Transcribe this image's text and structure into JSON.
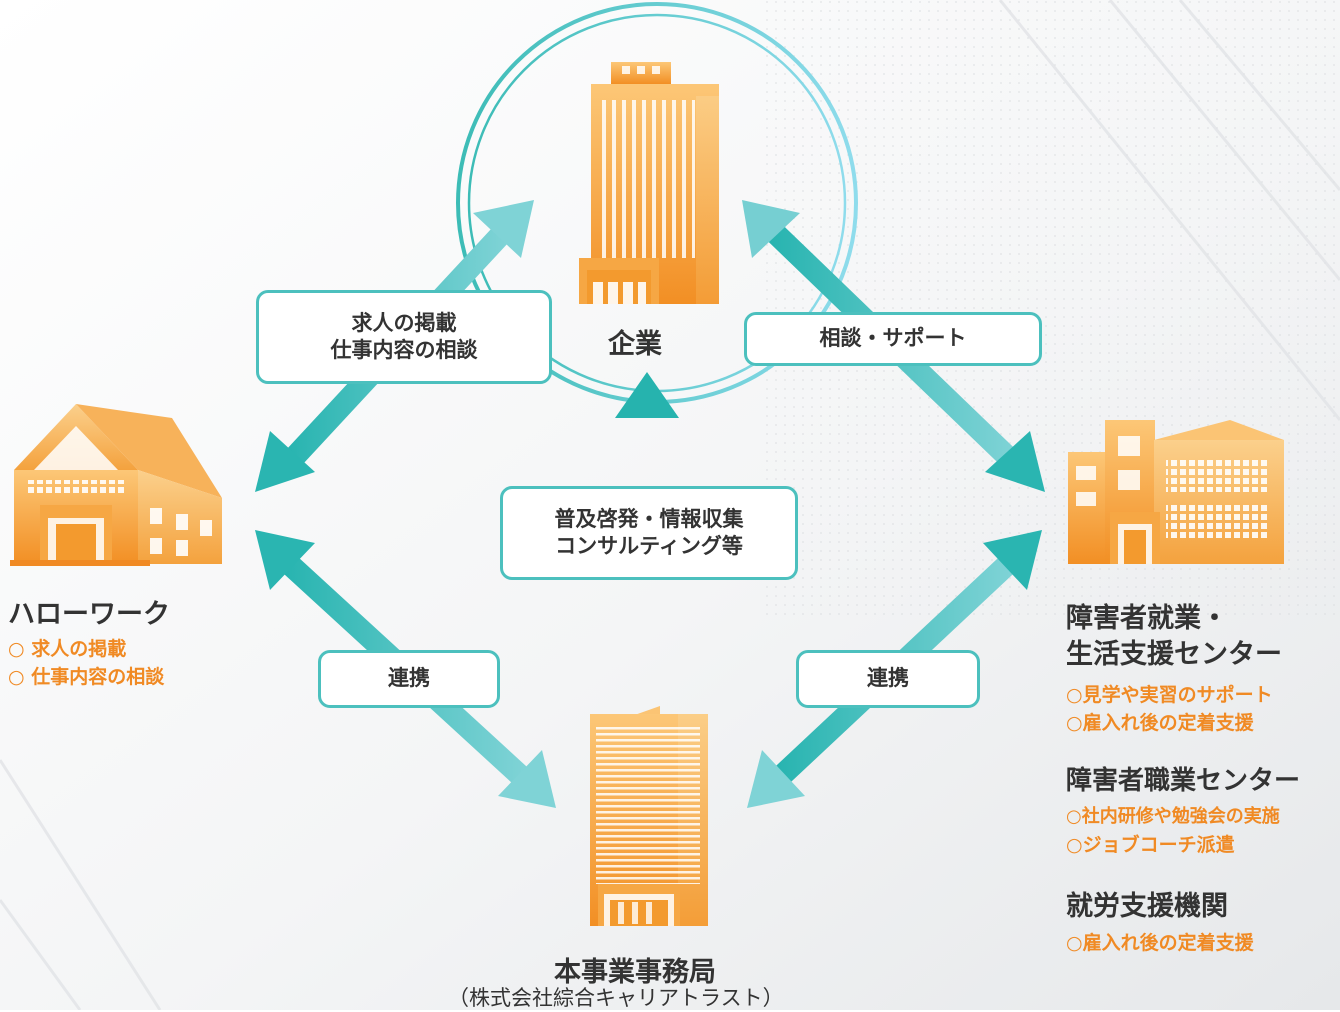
{
  "colors": {
    "teal": "#36bdb9",
    "teal_light": "#7fd3d6",
    "orange": "#f39a2e",
    "orange_light": "#fbc474",
    "text": "#333333",
    "bullet": "#f08a24"
  },
  "icons": {
    "company": "office-tower-icon",
    "hellowork": "public-office-building-icon",
    "support_center": "school-building-icon",
    "secretariat": "highrise-building-icon"
  },
  "nodes": {
    "company": {
      "name": "企業"
    },
    "hellowork": {
      "name": "ハローワーク",
      "bullets": [
        "○ 求人の掲載",
        "○ 仕事内容の相談"
      ]
    },
    "secretariat": {
      "name": "本事業事務局",
      "sub": "（株式会社綜合キャリアトラスト）"
    },
    "right": {
      "groups": [
        {
          "name_lines": [
            "障害者就業・",
            "生活支援センター"
          ],
          "bullets": [
            "○見学や実習のサポート",
            "○雇入れ後の定着支援"
          ]
        },
        {
          "name_lines": [
            "障害者職業センター"
          ],
          "bullets": [
            "○社内研修や勉強会の実施",
            "○ジョブコーチ派遣"
          ]
        },
        {
          "name_lines": [
            "就労支援機関"
          ],
          "bullets": [
            "○雇入れ後の定着支援"
          ]
        }
      ]
    }
  },
  "edges": {
    "company_hellowork": {
      "lines": [
        "求人の掲載",
        "仕事内容の相談"
      ]
    },
    "company_support": {
      "lines": [
        "相談・サポート"
      ]
    },
    "secretariat_company": {
      "lines": [
        "普及啓発・情報収集",
        "コンサルティング等"
      ]
    },
    "secretariat_hellowork": {
      "lines": [
        "連携"
      ]
    },
    "secretariat_support": {
      "lines": [
        "連携"
      ]
    }
  }
}
